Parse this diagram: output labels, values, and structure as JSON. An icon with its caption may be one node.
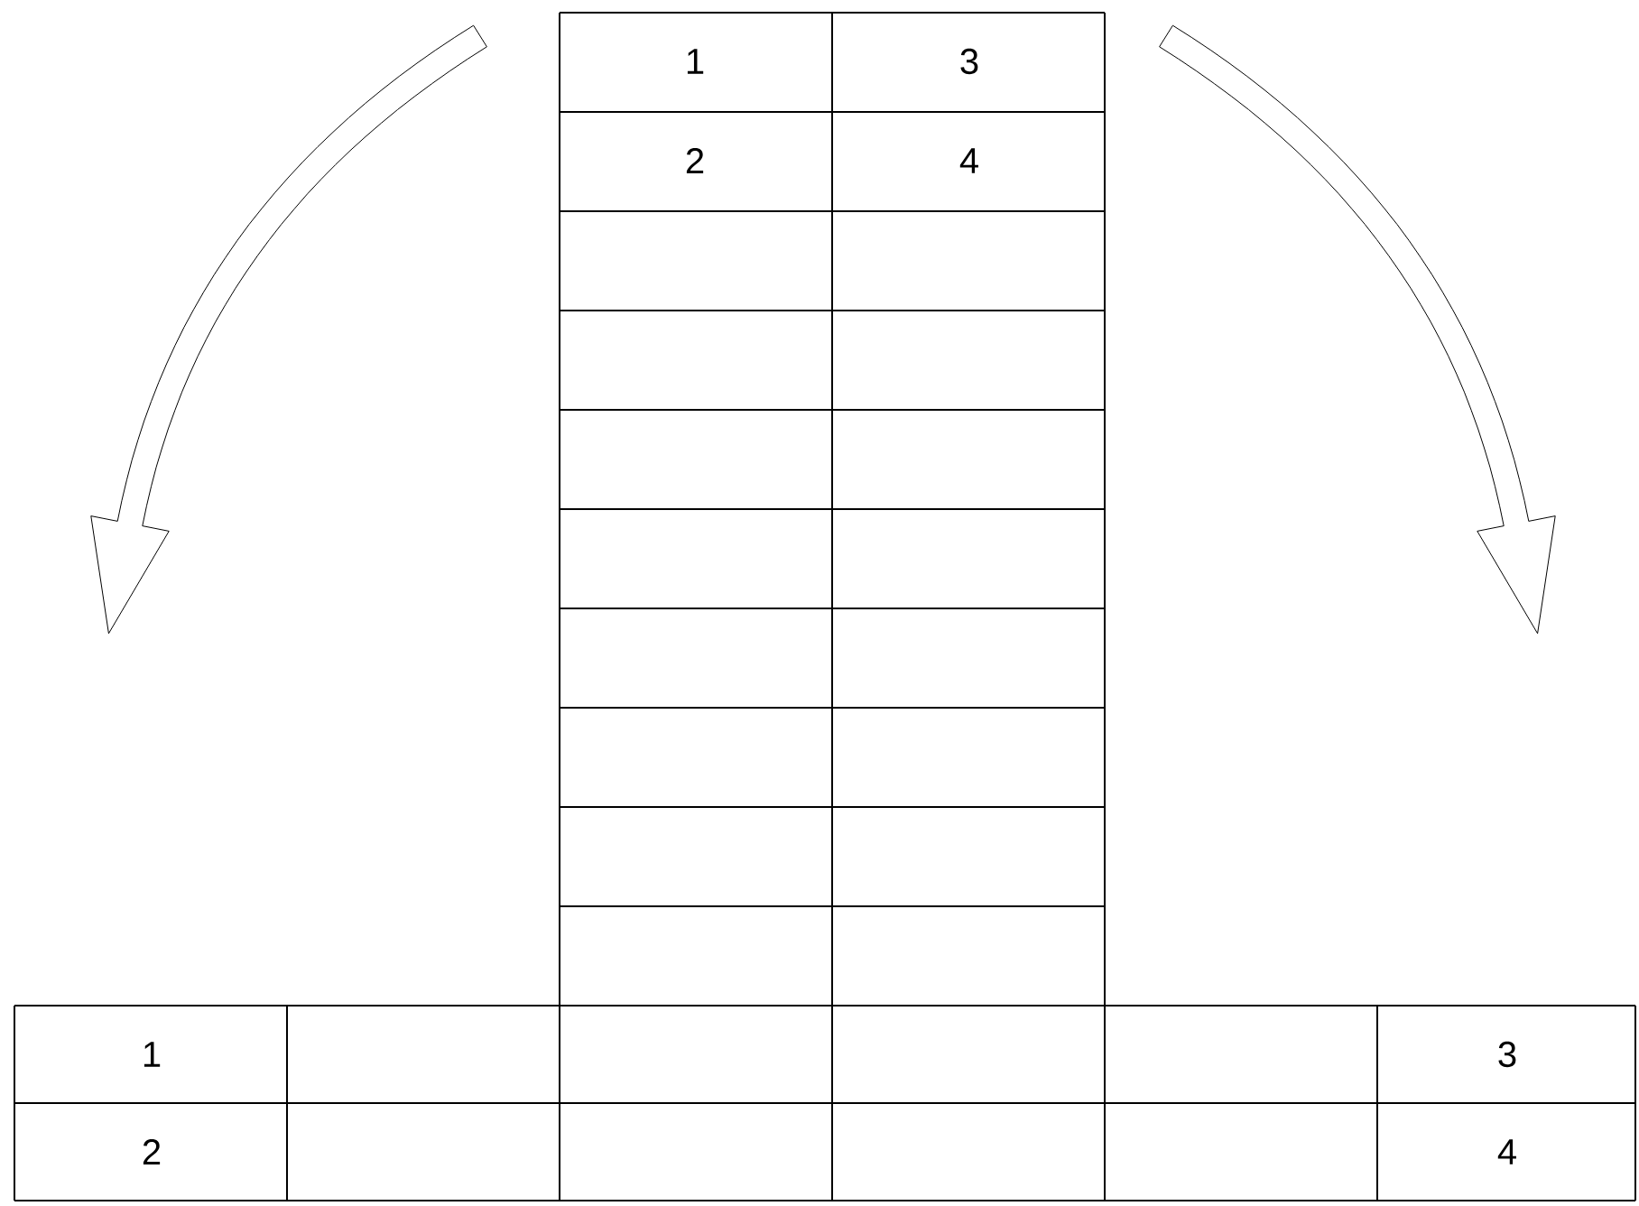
{
  "diagram": {
    "labels": [
      "1",
      "3",
      "2",
      "4",
      "1",
      "3",
      "2",
      "4"
    ]
  }
}
